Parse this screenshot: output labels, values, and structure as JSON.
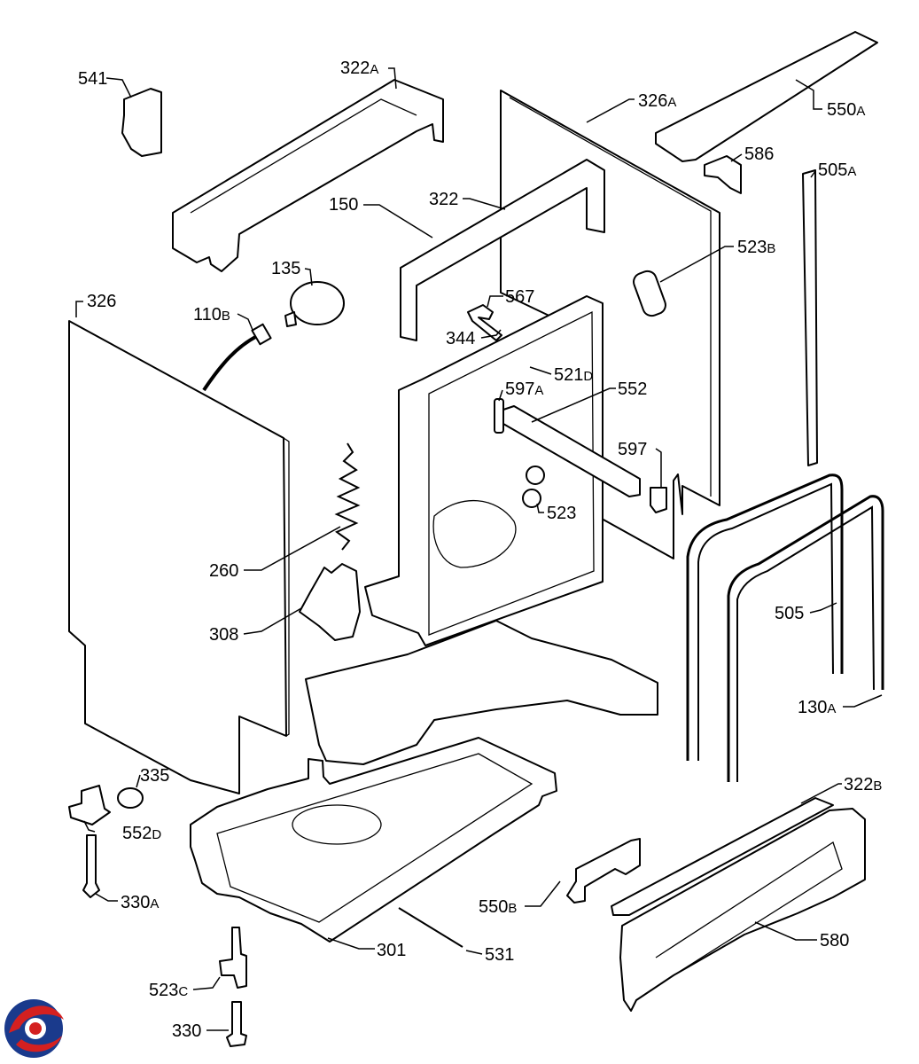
{
  "callouts": [
    {
      "num": "541",
      "suffix": ""
    },
    {
      "num": "322",
      "suffix": "A"
    },
    {
      "num": "326",
      "suffix": "A"
    },
    {
      "num": "550",
      "suffix": "A"
    },
    {
      "num": "586",
      "suffix": ""
    },
    {
      "num": "505",
      "suffix": "A"
    },
    {
      "num": "150",
      "suffix": ""
    },
    {
      "num": "322",
      "suffix": ""
    },
    {
      "num": "523",
      "suffix": "B"
    },
    {
      "num": "135",
      "suffix": ""
    },
    {
      "num": "326",
      "suffix": ""
    },
    {
      "num": "110",
      "suffix": "B"
    },
    {
      "num": "567",
      "suffix": ""
    },
    {
      "num": "344",
      "suffix": ""
    },
    {
      "num": "521",
      "suffix": "D"
    },
    {
      "num": "597",
      "suffix": "A"
    },
    {
      "num": "552",
      "suffix": ""
    },
    {
      "num": "597",
      "suffix": ""
    },
    {
      "num": "523",
      "suffix": ""
    },
    {
      "num": "260",
      "suffix": ""
    },
    {
      "num": "505",
      "suffix": ""
    },
    {
      "num": "308",
      "suffix": ""
    },
    {
      "num": "130",
      "suffix": "A"
    },
    {
      "num": "335",
      "suffix": ""
    },
    {
      "num": "322",
      "suffix": "B"
    },
    {
      "num": "552",
      "suffix": "D"
    },
    {
      "num": "330",
      "suffix": "A"
    },
    {
      "num": "550",
      "suffix": "B"
    },
    {
      "num": "580",
      "suffix": ""
    },
    {
      "num": "301",
      "suffix": ""
    },
    {
      "num": "531",
      "suffix": ""
    },
    {
      "num": "523",
      "suffix": "C"
    },
    {
      "num": "330",
      "suffix": ""
    }
  ],
  "colors": {
    "line": "#000000",
    "background": "#ffffff",
    "logo_blue": "#1a3a8c",
    "logo_red": "#d42020"
  }
}
